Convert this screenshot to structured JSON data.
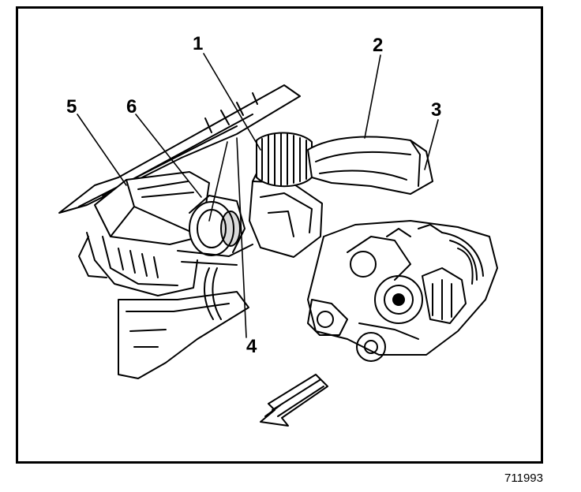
{
  "figure": {
    "callouts": [
      {
        "id": "1",
        "text": "1"
      },
      {
        "id": "2",
        "text": "2"
      },
      {
        "id": "3",
        "text": "3"
      },
      {
        "id": "4",
        "text": "4"
      },
      {
        "id": "5",
        "text": "5"
      },
      {
        "id": "6",
        "text": "6"
      }
    ],
    "figure_id": "711993"
  }
}
